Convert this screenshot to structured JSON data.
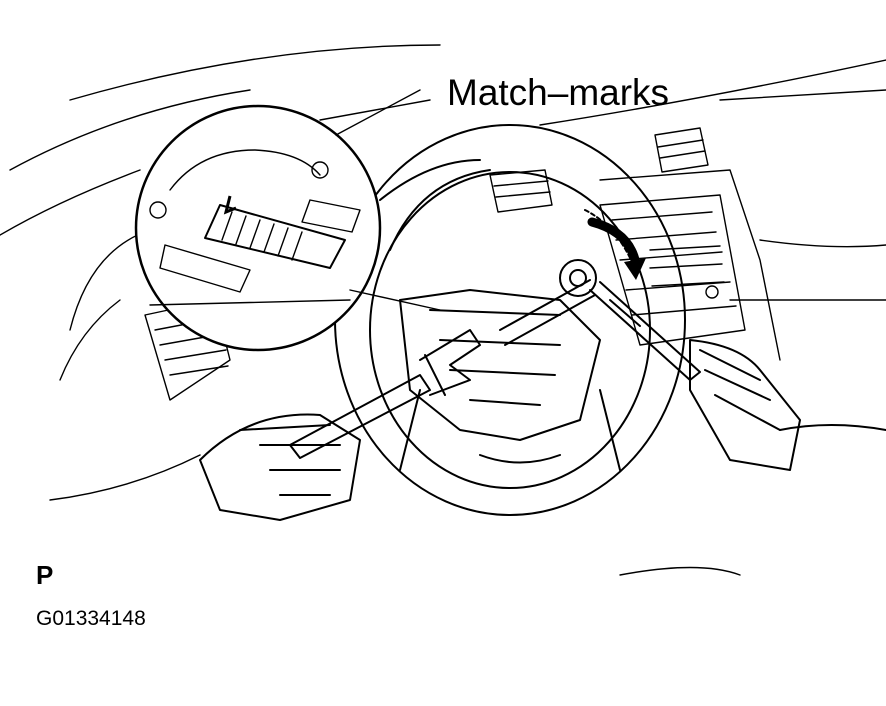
{
  "figure": {
    "callout_label": "Match–marks",
    "view_letter": "P",
    "figure_code": "G01334148"
  },
  "icons": {
    "steering_wheel": "steering-wheel",
    "detail_magnifier": "magnified-detail-circle",
    "wrench": "wrench",
    "socket_wrench": "socket-wrench",
    "rotation_arrow": "curved-arrow",
    "hands": "gloved-hands"
  }
}
